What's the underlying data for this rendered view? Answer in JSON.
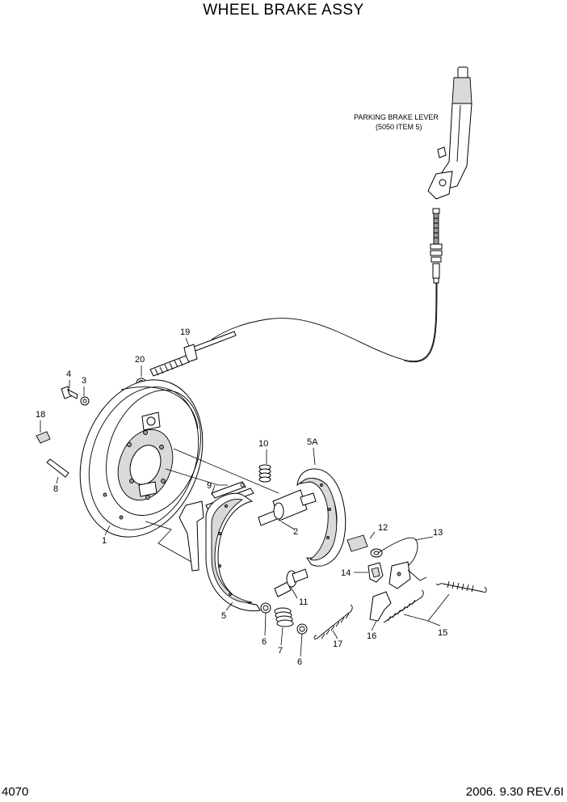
{
  "title": "WHEEL BRAKE ASSY",
  "page_number": "4070",
  "revision": "2006. 9.30  REV.6I",
  "note": {
    "line1": "PARKING BRAKE LEVER",
    "line2": "(5050 ITEM 5)"
  },
  "callouts": {
    "c1": "1",
    "c2": "2",
    "c3": "3",
    "c4": "4",
    "c5": "5",
    "c5a": "5A",
    "c6a": "6",
    "c6b": "6",
    "c7": "7",
    "c8": "8",
    "c9": "9",
    "c10": "10",
    "c11": "11",
    "c12": "12",
    "c13": "13",
    "c14": "14",
    "c15": "15",
    "c16": "16",
    "c17": "17",
    "c18": "18",
    "c19": "19",
    "c20": "20"
  }
}
